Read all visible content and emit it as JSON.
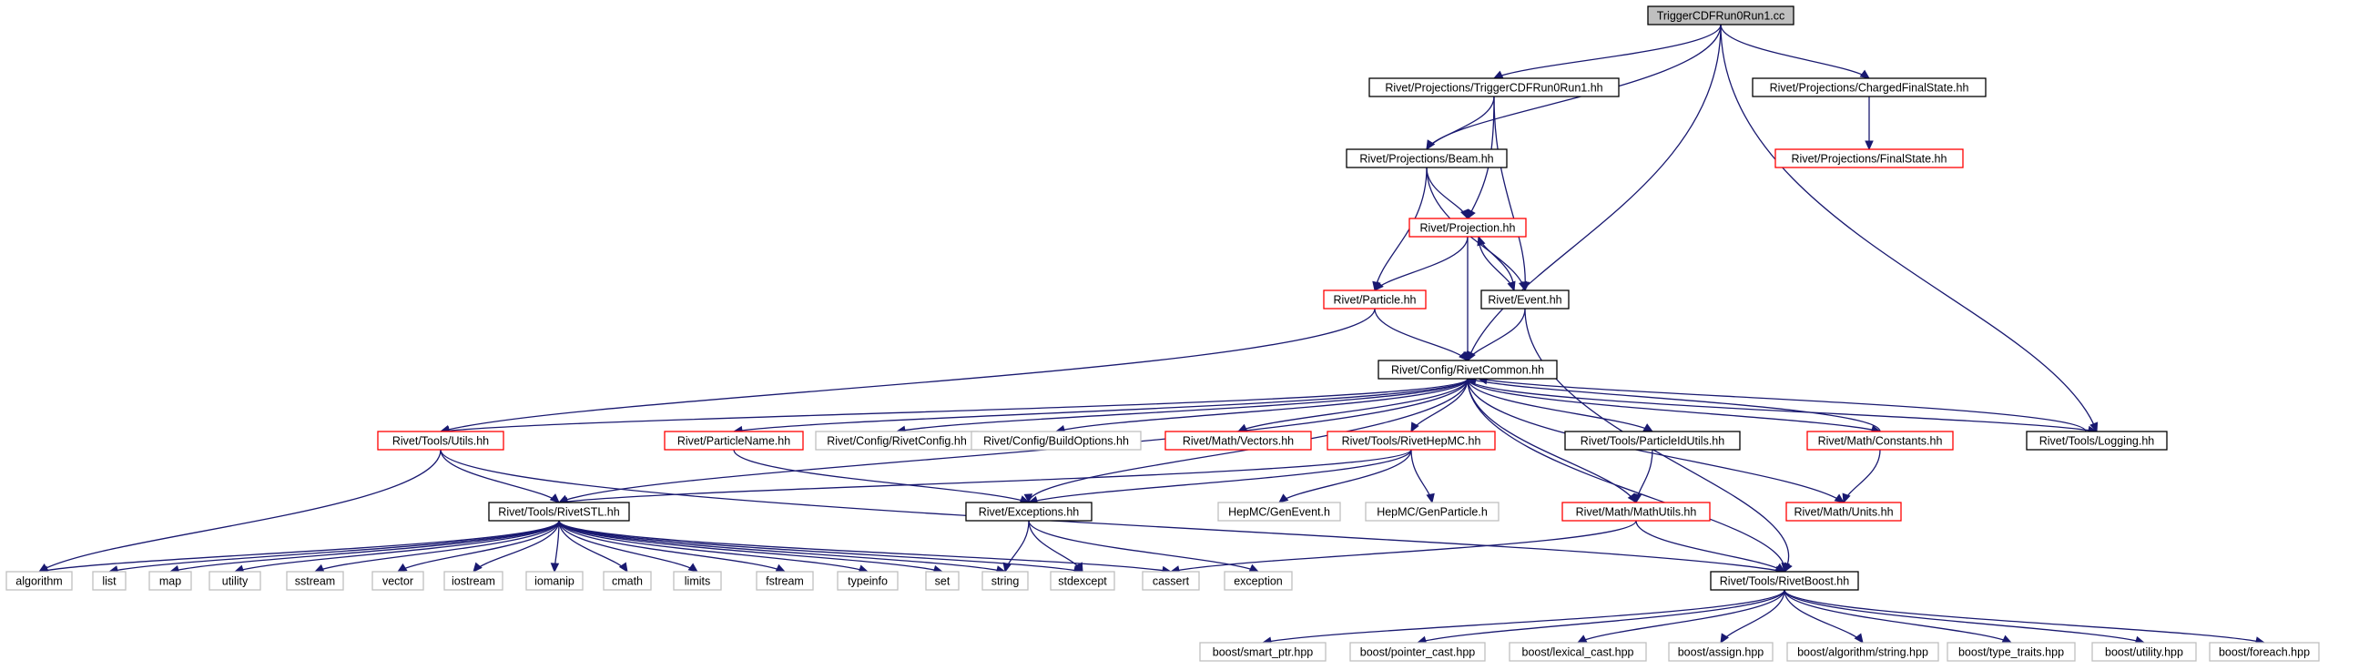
{
  "colors": {
    "edge": "#191970",
    "root_fill": "#bfbfbf",
    "documented_border": "#000000",
    "incomplete_border": "#ff0000",
    "external_border": "#bfbfbf"
  },
  "nodes": [
    {
      "id": "root",
      "label": "TriggerCDFRun0Run1.cc",
      "kind": "root"
    },
    {
      "id": "trig",
      "label": "Rivet/Projections/TriggerCDFRun0Run1.hh",
      "kind": "documented"
    },
    {
      "id": "cfs",
      "label": "Rivet/Projections/ChargedFinalState.hh",
      "kind": "documented"
    },
    {
      "id": "fs",
      "label": "Rivet/Projections/FinalState.hh",
      "kind": "incomplete"
    },
    {
      "id": "beam",
      "label": "Rivet/Projections/Beam.hh",
      "kind": "documented"
    },
    {
      "id": "proj",
      "label": "Rivet/Projection.hh",
      "kind": "incomplete"
    },
    {
      "id": "particle",
      "label": "Rivet/Particle.hh",
      "kind": "incomplete"
    },
    {
      "id": "event",
      "label": "Rivet/Event.hh",
      "kind": "documented"
    },
    {
      "id": "common",
      "label": "Rivet/Config/RivetCommon.hh",
      "kind": "documented"
    },
    {
      "id": "utils",
      "label": "Rivet/Tools/Utils.hh",
      "kind": "incomplete"
    },
    {
      "id": "pname",
      "label": "Rivet/ParticleName.hh",
      "kind": "incomplete"
    },
    {
      "id": "rcfg",
      "label": "Rivet/Config/RivetConfig.hh",
      "kind": "external"
    },
    {
      "id": "bopt",
      "label": "Rivet/Config/BuildOptions.hh",
      "kind": "external"
    },
    {
      "id": "vectors",
      "label": "Rivet/Math/Vectors.hh",
      "kind": "incomplete"
    },
    {
      "id": "hepmc",
      "label": "Rivet/Tools/RivetHepMC.hh",
      "kind": "incomplete"
    },
    {
      "id": "pidu",
      "label": "Rivet/Tools/ParticleIdUtils.hh",
      "kind": "documented"
    },
    {
      "id": "consts",
      "label": "Rivet/Math/Constants.hh",
      "kind": "incomplete"
    },
    {
      "id": "logging",
      "label": "Rivet/Tools/Logging.hh",
      "kind": "documented"
    },
    {
      "id": "stl",
      "label": "Rivet/Tools/RivetSTL.hh",
      "kind": "documented"
    },
    {
      "id": "exc",
      "label": "Rivet/Exceptions.hh",
      "kind": "documented"
    },
    {
      "id": "genev",
      "label": "HepMC/GenEvent.h",
      "kind": "external"
    },
    {
      "id": "genpart",
      "label": "HepMC/GenParticle.h",
      "kind": "external"
    },
    {
      "id": "mathu",
      "label": "Rivet/Math/MathUtils.hh",
      "kind": "incomplete"
    },
    {
      "id": "units",
      "label": "Rivet/Math/Units.hh",
      "kind": "incomplete"
    },
    {
      "id": "algorithm",
      "label": "algorithm",
      "kind": "external"
    },
    {
      "id": "list",
      "label": "list",
      "kind": "external"
    },
    {
      "id": "map",
      "label": "map",
      "kind": "external"
    },
    {
      "id": "utility",
      "label": "utility",
      "kind": "external"
    },
    {
      "id": "sstream",
      "label": "sstream",
      "kind": "external"
    },
    {
      "id": "vector",
      "label": "vector",
      "kind": "external"
    },
    {
      "id": "iostream",
      "label": "iostream",
      "kind": "external"
    },
    {
      "id": "iomanip",
      "label": "iomanip",
      "kind": "external"
    },
    {
      "id": "cmath",
      "label": "cmath",
      "kind": "external"
    },
    {
      "id": "limits",
      "label": "limits",
      "kind": "external"
    },
    {
      "id": "fstream",
      "label": "fstream",
      "kind": "external"
    },
    {
      "id": "typeinfo",
      "label": "typeinfo",
      "kind": "external"
    },
    {
      "id": "set",
      "label": "set",
      "kind": "external"
    },
    {
      "id": "string",
      "label": "string",
      "kind": "external"
    },
    {
      "id": "stdexcept",
      "label": "stdexcept",
      "kind": "external"
    },
    {
      "id": "cassert",
      "label": "cassert",
      "kind": "external"
    },
    {
      "id": "exception",
      "label": "exception",
      "kind": "external"
    },
    {
      "id": "boost",
      "label": "Rivet/Tools/RivetBoost.hh",
      "kind": "documented"
    },
    {
      "id": "b_smart",
      "label": "boost/smart_ptr.hpp",
      "kind": "external"
    },
    {
      "id": "b_pcast",
      "label": "boost/pointer_cast.hpp",
      "kind": "external"
    },
    {
      "id": "b_lex",
      "label": "boost/lexical_cast.hpp",
      "kind": "external"
    },
    {
      "id": "b_assign",
      "label": "boost/assign.hpp",
      "kind": "external"
    },
    {
      "id": "b_algstr",
      "label": "boost/algorithm/string.hpp",
      "kind": "external"
    },
    {
      "id": "b_tt",
      "label": "boost/type_traits.hpp",
      "kind": "external"
    },
    {
      "id": "b_util",
      "label": "boost/utility.hpp",
      "kind": "external"
    },
    {
      "id": "b_foreach",
      "label": "boost/foreach.hpp",
      "kind": "external"
    }
  ],
  "edges": [
    {
      "from": "root",
      "to": "trig"
    },
    {
      "from": "root",
      "to": "cfs"
    },
    {
      "from": "root",
      "to": "beam"
    },
    {
      "from": "root",
      "to": "common"
    },
    {
      "from": "root",
      "to": "logging"
    },
    {
      "from": "trig",
      "to": "beam"
    },
    {
      "from": "trig",
      "to": "proj"
    },
    {
      "from": "trig",
      "to": "event"
    },
    {
      "from": "cfs",
      "to": "fs"
    },
    {
      "from": "beam",
      "to": "proj"
    },
    {
      "from": "beam",
      "to": "particle"
    },
    {
      "from": "beam",
      "to": "event"
    },
    {
      "from": "proj",
      "to": "particle"
    },
    {
      "from": "proj",
      "to": "event"
    },
    {
      "from": "proj",
      "to": "common"
    },
    {
      "from": "event",
      "to": "proj"
    },
    {
      "from": "event",
      "to": "common"
    },
    {
      "from": "event",
      "to": "boost"
    },
    {
      "from": "particle",
      "to": "common"
    },
    {
      "from": "particle",
      "to": "utils"
    },
    {
      "from": "common",
      "to": "utils"
    },
    {
      "from": "common",
      "to": "stl"
    },
    {
      "from": "common",
      "to": "pname"
    },
    {
      "from": "common",
      "to": "rcfg"
    },
    {
      "from": "common",
      "to": "bopt"
    },
    {
      "from": "common",
      "to": "vectors"
    },
    {
      "from": "common",
      "to": "hepmc"
    },
    {
      "from": "common",
      "to": "pidu"
    },
    {
      "from": "common",
      "to": "consts"
    },
    {
      "from": "common",
      "to": "logging"
    },
    {
      "from": "common",
      "to": "exc"
    },
    {
      "from": "common",
      "to": "mathu"
    },
    {
      "from": "common",
      "to": "units"
    },
    {
      "from": "common",
      "to": "boost"
    },
    {
      "from": "logging",
      "to": "common"
    },
    {
      "from": "consts",
      "to": "common"
    },
    {
      "from": "utils",
      "to": "stl"
    },
    {
      "from": "utils",
      "to": "algorithm"
    },
    {
      "from": "utils",
      "to": "boost"
    },
    {
      "from": "pname",
      "to": "exc"
    },
    {
      "from": "hepmc",
      "to": "stl"
    },
    {
      "from": "hepmc",
      "to": "exc"
    },
    {
      "from": "hepmc",
      "to": "genev"
    },
    {
      "from": "hepmc",
      "to": "genpart"
    },
    {
      "from": "pidu",
      "to": "mathu"
    },
    {
      "from": "consts",
      "to": "units"
    },
    {
      "from": "mathu",
      "to": "cassert"
    },
    {
      "from": "mathu",
      "to": "boost"
    },
    {
      "from": "exc",
      "to": "string"
    },
    {
      "from": "exc",
      "to": "stdexcept"
    },
    {
      "from": "exc",
      "to": "exception"
    },
    {
      "from": "stl",
      "to": "algorithm"
    },
    {
      "from": "stl",
      "to": "list"
    },
    {
      "from": "stl",
      "to": "map"
    },
    {
      "from": "stl",
      "to": "utility"
    },
    {
      "from": "stl",
      "to": "sstream"
    },
    {
      "from": "stl",
      "to": "vector"
    },
    {
      "from": "stl",
      "to": "iostream"
    },
    {
      "from": "stl",
      "to": "iomanip"
    },
    {
      "from": "stl",
      "to": "cmath"
    },
    {
      "from": "stl",
      "to": "limits"
    },
    {
      "from": "stl",
      "to": "fstream"
    },
    {
      "from": "stl",
      "to": "typeinfo"
    },
    {
      "from": "stl",
      "to": "set"
    },
    {
      "from": "stl",
      "to": "string"
    },
    {
      "from": "stl",
      "to": "stdexcept"
    },
    {
      "from": "stl",
      "to": "cassert"
    },
    {
      "from": "boost",
      "to": "b_smart"
    },
    {
      "from": "boost",
      "to": "b_pcast"
    },
    {
      "from": "boost",
      "to": "b_lex"
    },
    {
      "from": "boost",
      "to": "b_assign"
    },
    {
      "from": "boost",
      "to": "b_algstr"
    },
    {
      "from": "boost",
      "to": "b_tt"
    },
    {
      "from": "boost",
      "to": "b_util"
    },
    {
      "from": "boost",
      "to": "b_foreach"
    }
  ]
}
